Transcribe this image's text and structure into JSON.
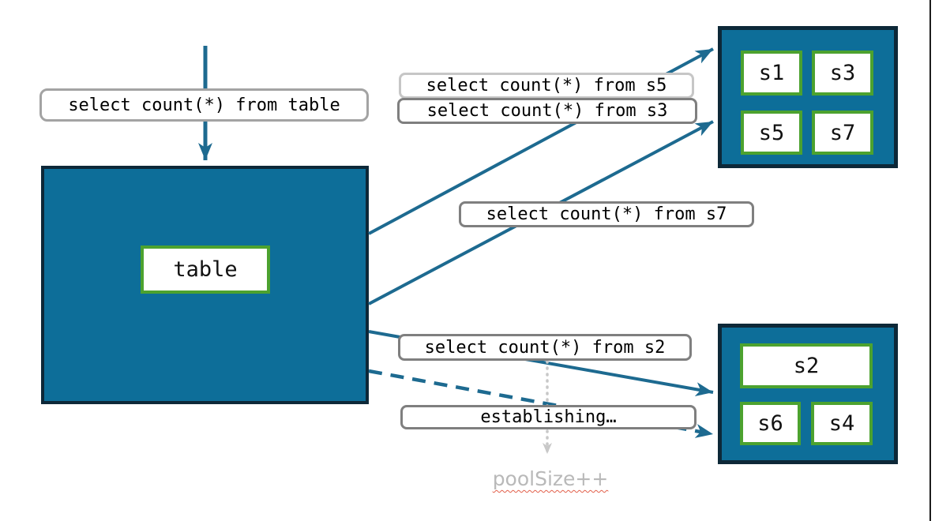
{
  "labels": {
    "query_table": "select count(*) from table",
    "query_s5": "select count(*) from s5",
    "query_s3": "select count(*) from s3",
    "query_s7": "select count(*) from s7",
    "query_s2": "select count(*) from s2",
    "establishing": "establishing…",
    "pool_note": "poolSize++"
  },
  "table_pool": {
    "label": "table"
  },
  "shard_pool_top": {
    "shards": [
      "s1",
      "s3",
      "s5",
      "s7"
    ]
  },
  "shard_pool_bottom": {
    "shard_wide": "s2",
    "shards": [
      "s6",
      "s4"
    ]
  },
  "colors": {
    "teal-fill": "#0d6e99",
    "dark-border": "#0d2838",
    "green-border": "#4ca22f",
    "arrow": "#1d6a90",
    "label-border": "#7f7f7f",
    "label-border-mid": "#a3a3a3",
    "label-border-light": "#c6c6c6",
    "muted-text": "#b9b9b9",
    "dotted-arrow": "#c8c8c8",
    "squiggle": "#e25f4a"
  }
}
